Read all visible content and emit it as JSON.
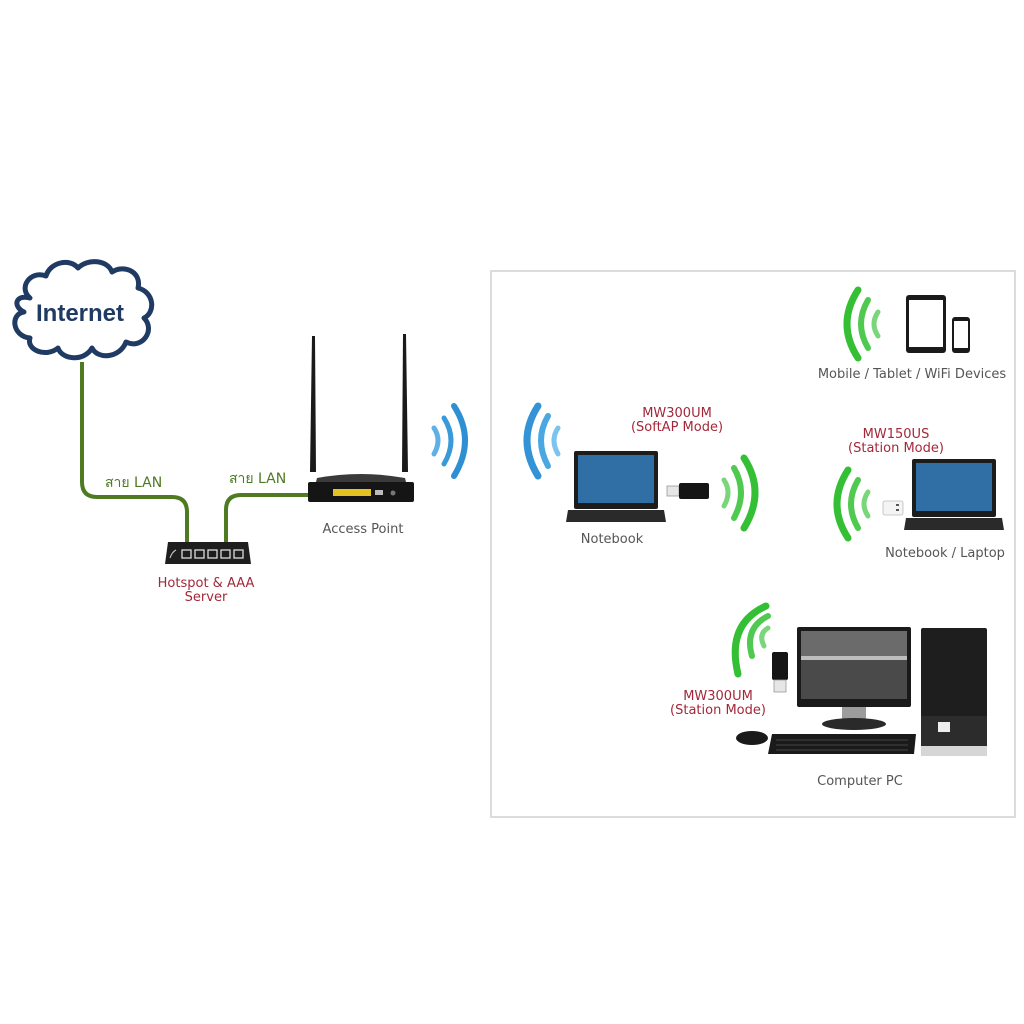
{
  "diagram": {
    "internet": {
      "label": "Internet",
      "icon": "cloud-icon"
    },
    "cables": [
      {
        "label": "สาย LAN",
        "from": "Internet",
        "to": "Hotspot & AAA Server"
      },
      {
        "label": "สาย LAN",
        "from": "Hotspot & AAA Server",
        "to": "Access Point"
      }
    ],
    "hotspot_server": {
      "label_line1": "Hotspot & AAA",
      "label_line2": "Server",
      "icon": "router-board-icon"
    },
    "access_point": {
      "label": "Access Point",
      "icon": "wireless-router-icon",
      "signal_color": "#3a9ad9"
    },
    "wireless_clients": {
      "mobile": {
        "label": "Mobile / Tablet / WiFi Devices",
        "icons": [
          "tablet-icon",
          "phone-icon"
        ],
        "signal_color": "#3cc33c"
      },
      "notebook": {
        "label": "Notebook",
        "adapter_line1": "MW300UM",
        "adapter_line2": "(SoftAP Mode)",
        "signal_color_in": "#3a9ad9",
        "signal_color_out": "#3cc33c"
      },
      "laptop": {
        "label": "Notebook / Laptop",
        "adapter_line1": "MW150US",
        "adapter_line2": "(Station Mode)",
        "signal_color": "#3cc33c"
      },
      "pc": {
        "label": "Computer PC",
        "adapter_line1": "MW300UM",
        "adapter_line2": "(Station Mode)",
        "signal_color": "#3cc33c"
      }
    },
    "colors": {
      "cable": "#4e7a22",
      "cloud_outline": "#1f3a63",
      "accent_red": "#a3283a",
      "box_border": "#dcdcdc"
    }
  }
}
